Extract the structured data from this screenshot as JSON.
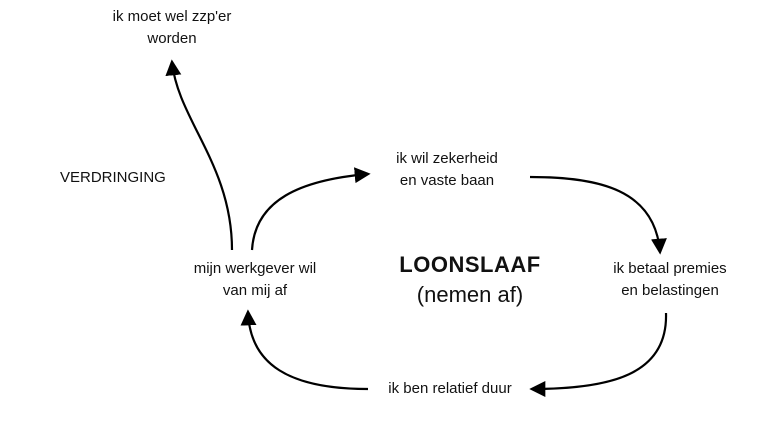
{
  "diagram": {
    "nodes": {
      "zzp": {
        "line1": "ik moet wel zzp'er",
        "line2": "worden"
      },
      "verdringing": {
        "text": "VERDRINGING"
      },
      "zekerheid": {
        "line1": "ik wil zekerheid",
        "line2": "en vaste baan"
      },
      "werkgever": {
        "line1": "mijn werkgever wil",
        "line2": "van mij af"
      },
      "premies": {
        "line1": "ik betaal premies",
        "line2": "en belastingen"
      },
      "duur": {
        "text": "ik ben relatief duur"
      }
    },
    "center": {
      "title": "LOONSLAAF",
      "subtitle": "(nemen af)"
    },
    "edges": [
      {
        "from": "werkgever",
        "to": "zzp"
      },
      {
        "from": "werkgever",
        "to": "zekerheid"
      },
      {
        "from": "zekerheid",
        "to": "premies"
      },
      {
        "from": "premies",
        "to": "duur"
      },
      {
        "from": "duur",
        "to": "werkgever"
      }
    ],
    "colors": {
      "stroke": "#000000",
      "text": "#111111"
    }
  }
}
